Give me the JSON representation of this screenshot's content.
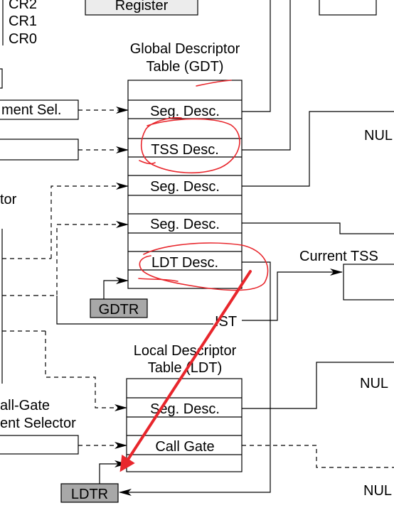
{
  "control_regs": [
    "CR2",
    "CR1",
    "CR0"
  ],
  "register_label": "Register",
  "gdt": {
    "title_line1": "Global Descriptor",
    "title_line2": "Table (GDT)",
    "entries": [
      "Seg. Desc.",
      "TSS Desc.",
      "Seg. Desc.",
      "Seg. Desc.",
      "LDT Desc."
    ],
    "register": "GDTR"
  },
  "ldt": {
    "title_line1": "Local Descriptor",
    "title_line2": "Table (LDT)",
    "entries": [
      "Seg. Desc.",
      "Call Gate"
    ],
    "register": "LDTR"
  },
  "left_labels": {
    "segment_sel": "ment Sel.",
    "tor": "tor",
    "call_gate_1": "all-Gate",
    "call_gate_2": "ent Selector"
  },
  "right_labels": {
    "current_tss": "Current TSS",
    "nul_1": "NUL",
    "nul_2": "NUL",
    "nul_3": "NUL"
  },
  "ist_label": "IST",
  "colors": {
    "annotation": "#e8262c",
    "register_fill": "#a8a8a8"
  }
}
